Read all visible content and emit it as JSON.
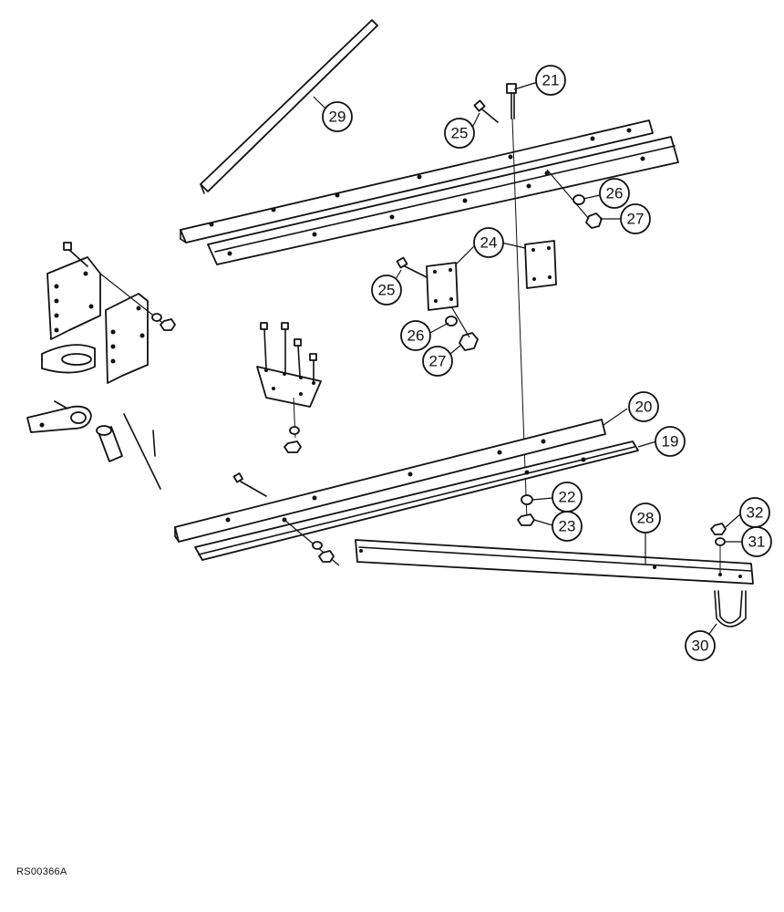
{
  "figure": {
    "code": "RS00366A",
    "callouts": [
      {
        "id": "c19",
        "label": "19"
      },
      {
        "id": "c20",
        "label": "20"
      },
      {
        "id": "c21",
        "label": "21"
      },
      {
        "id": "c22",
        "label": "22"
      },
      {
        "id": "c23",
        "label": "23"
      },
      {
        "id": "c24",
        "label": "24"
      },
      {
        "id": "c25a",
        "label": "25"
      },
      {
        "id": "c25b",
        "label": "25"
      },
      {
        "id": "c26a",
        "label": "26"
      },
      {
        "id": "c26b",
        "label": "26"
      },
      {
        "id": "c27a",
        "label": "27"
      },
      {
        "id": "c27b",
        "label": "27"
      },
      {
        "id": "c28",
        "label": "28"
      },
      {
        "id": "c29",
        "label": "29"
      },
      {
        "id": "c30",
        "label": "30"
      },
      {
        "id": "c31",
        "label": "31"
      },
      {
        "id": "c32",
        "label": "32"
      }
    ]
  }
}
